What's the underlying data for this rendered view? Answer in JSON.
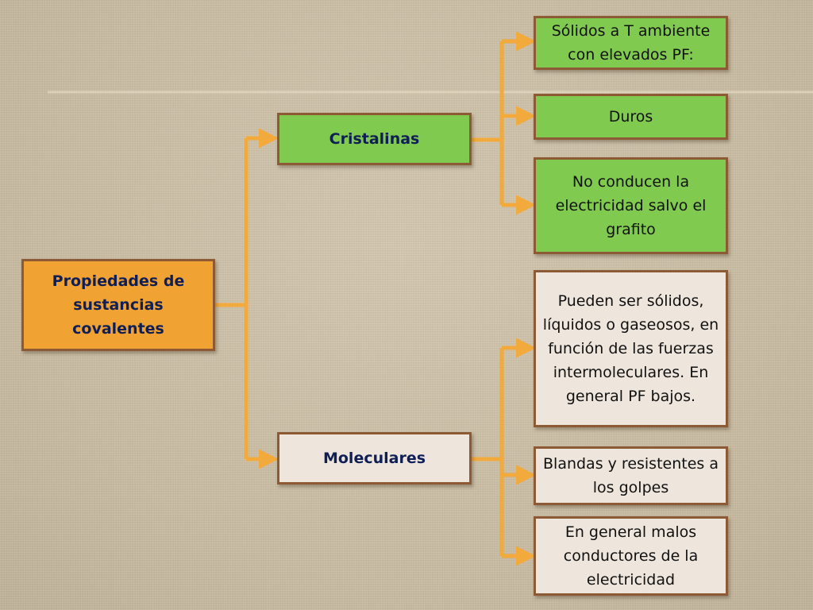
{
  "diagram": {
    "root": "Propiedades de sustancias covalentes",
    "branches": [
      {
        "label": "Cristalinas",
        "properties": [
          "Sólidos a T ambiente con elevados PF:",
          "Duros",
          "No conducen la electricidad salvo el grafito"
        ]
      },
      {
        "label": "Moleculares",
        "properties": [
          "Pueden ser sólidos, líquidos o gaseosos, en  función de las fuerzas intermoleculares. En general PF bajos.",
          "Blandas y resistentes a los golpes",
          "En general malos conductores de la electricidad"
        ]
      }
    ]
  },
  "colors": {
    "root_fill": "#f0a233",
    "cristalinas_fill": "#80cb4f",
    "moleculares_fill": "#eee6dd",
    "border": "#8d5a36",
    "connector": "#f3aa3c",
    "label_text": "#0f1f55"
  }
}
